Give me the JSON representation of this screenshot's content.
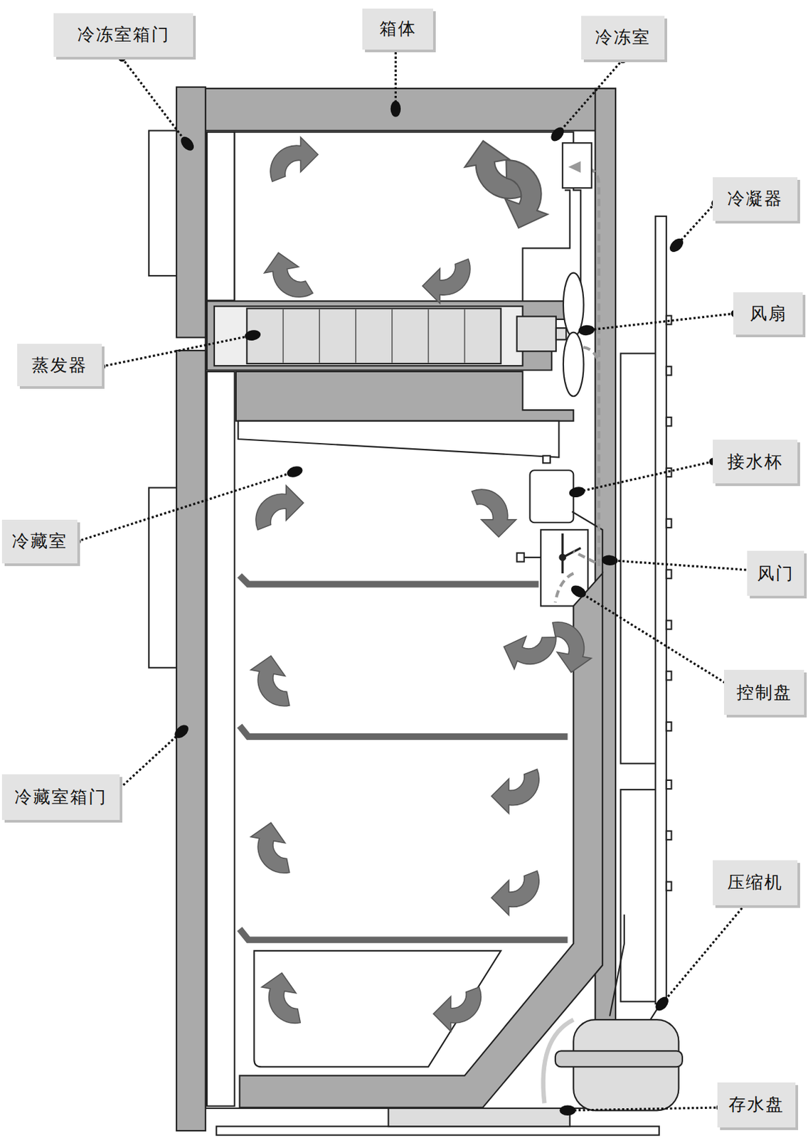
{
  "diagram": {
    "nodes": [
      {
        "text": [
          "冷冻室箱门"
        ]
      },
      {
        "text": [
          "箱体"
        ]
      },
      {
        "text": [
          "冷冻室"
        ]
      },
      {
        "text": [
          "冷凝器"
        ]
      },
      {
        "text": [
          "风扇"
        ]
      },
      {
        "text": [
          "蒸发器"
        ]
      },
      {
        "text": [
          "接水杯"
        ]
      },
      {
        "text": [
          "冷藏室"
        ]
      },
      {
        "text": [
          "风门"
        ]
      },
      {
        "text": [
          "控制盘"
        ]
      },
      {
        "text": [
          "冷藏室箱门"
        ]
      },
      {
        "text": [
          "压缩机"
        ]
      },
      {
        "text": [
          "存水盘"
        ]
      }
    ]
  }
}
